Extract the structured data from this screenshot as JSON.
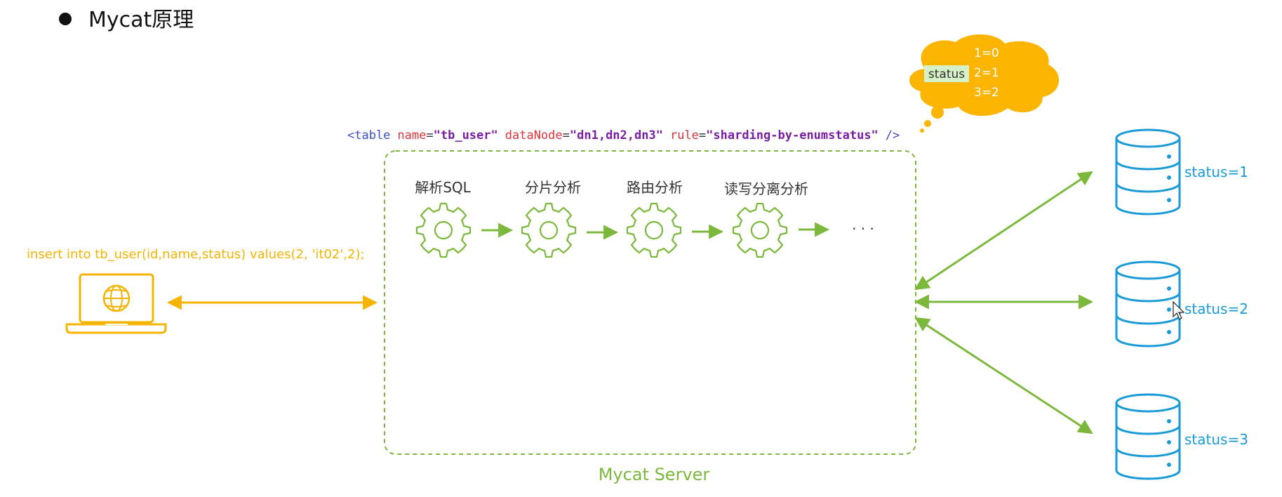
{
  "title": "Mycat原理",
  "config_line": {
    "open": "<table",
    "attr_name": "name",
    "val_name": "\"tb_user\"",
    "attr_datanode": "dataNode",
    "val_datanode": "\"dn1,dn2,dn3\"",
    "attr_rule": "rule",
    "val_rule": "\"sharding-by-enumstatus\"",
    "close": "/>",
    "eq": "="
  },
  "cloud": {
    "key": "status",
    "mappings": [
      "1=0",
      "2=1",
      "3=2"
    ]
  },
  "steps": [
    "解析SQL",
    "分片分析",
    "路由分析",
    "读写分离分析"
  ],
  "ellipsis": "· · ·",
  "sql": "insert into tb_user(id,name,status) values(2, 'it02',2);",
  "server_label": "Mycat Server",
  "databases": [
    {
      "label": "status=1"
    },
    {
      "label": "status=2"
    },
    {
      "label": "status=3"
    }
  ],
  "colors": {
    "green": "#7cb83c",
    "yellow": "#f5b400",
    "blue": "#1a9ad6",
    "code_blue": "#3b4fc4",
    "code_red": "#d9363e",
    "code_purple": "#7a1fa2"
  }
}
